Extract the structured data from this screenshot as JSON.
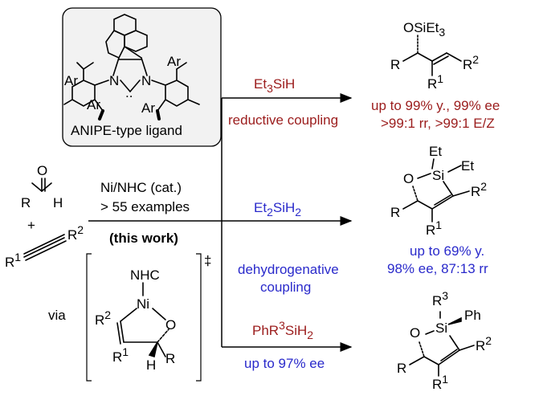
{
  "ligand_box": {
    "caption": "ANIPE-type ligand",
    "atom_n1": "N",
    "atom_n2": "N",
    "carbene": "..",
    "ar_top_right": "Ar",
    "ar_left_upper": "Ar",
    "ar_left_lower": "Ar",
    "ar_right_lower": "Ar"
  },
  "reactants": {
    "aldehyde_o": "O",
    "aldehyde_r": "R",
    "aldehyde_h": "H",
    "plus": "+",
    "alkyne_r1": "R",
    "alkyne_r1_sup": "1",
    "alkyne_r2": "R",
    "alkyne_r2_sup": "2"
  },
  "main_arrow": {
    "catalyst": "Ni/NHC (cat.)",
    "examples": "> 55 examples",
    "this_work": "(this work)"
  },
  "intermediate": {
    "via": "via",
    "nhc": "NHC",
    "ni": "Ni",
    "o": "O",
    "r2": "R",
    "r2_sup": "2",
    "r1": "R",
    "r1_sup": "1",
    "h": "H",
    "r": "R",
    "dagger": "‡"
  },
  "branches": [
    {
      "reagent": "Et3SiH",
      "reagent_main": "Et",
      "reagent_sub": "3",
      "reagent_tail": "SiH",
      "label": "reductive coupling",
      "color": "#9b1c1c",
      "product_text": [
        "up to 99% y., 99% ee",
        ">99:1 rr, >99:1 E/Z"
      ],
      "product_color": "#9b1c1c"
    },
    {
      "reagent": "Et2SiH2",
      "reagent_main": "Et",
      "reagent_sub": "2",
      "reagent_tail": "SiH",
      "reagent_sub2": "2",
      "label_line1": "dehydrogenative",
      "label_line2": "coupling",
      "color": "#2a2acb",
      "product_text": [
        "up to 69% y.",
        "98% ee, 87:13 rr"
      ],
      "product_color": "#2a2acb"
    },
    {
      "reagent": "PhR3SiH2",
      "reagent_main": "PhR",
      "reagent_sup": "3",
      "reagent_tail": "SiH",
      "reagent_sub": "2",
      "label": "up to 97% ee",
      "color": "#9b1c1c",
      "label_color": "#2a2acb"
    }
  ],
  "product1": {
    "osiet3": "OSiEt",
    "osiet3_sub": "3",
    "r": "R",
    "r2": "R",
    "r2_sup": "2",
    "r1": "R",
    "r1_sup": "1"
  },
  "product2": {
    "et_top": "Et",
    "et_right": "Et",
    "si": "Si",
    "o": "O",
    "r": "R",
    "r2": "R",
    "r2_sup": "2",
    "r1": "R",
    "r1_sup": "1"
  },
  "product3": {
    "r3": "R",
    "r3_sup": "3",
    "ph": "Ph",
    "si": "Si",
    "o": "O",
    "r": "R",
    "r2": "R",
    "r2_sup": "2",
    "r1": "R",
    "r1_sup": "1"
  }
}
